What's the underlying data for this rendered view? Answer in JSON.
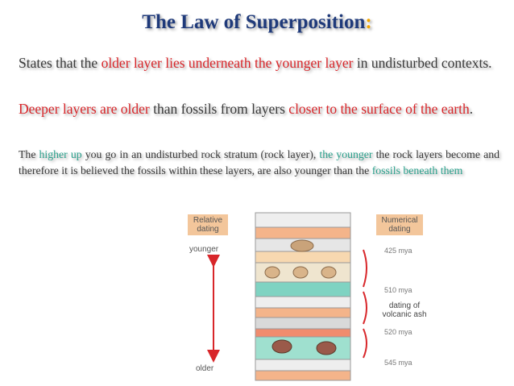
{
  "slide": {
    "title": {
      "text": "The Law of Superposition",
      "colon": ":"
    },
    "paragraph1": {
      "t1": "States that the ",
      "t2": "older layer lies underneath the younger layer",
      "t3": " in undisturbed contexts."
    },
    "paragraph2": {
      "t1": "Deeper layers are older",
      "t2": " than fossils from layers ",
      "t3": "closer to the surface of the earth",
      "t4": "."
    },
    "paragraph3": {
      "t1": "The ",
      "t2": "higher up",
      "t3": " you go in an undisturbed rock stratum (rock layer), ",
      "t4": "the younger",
      "t5": " the rock layers become and therefore it is believed the fossils within these layers, are also younger than the ",
      "t6": "fossils beneath them"
    }
  },
  "figure": {
    "relative_dating_label": [
      "Relative",
      "dating"
    ],
    "numerical_dating_label": [
      "Numerical",
      "dating"
    ],
    "younger_label": "younger",
    "older_label": "older",
    "dates": [
      "425 mya",
      "510 mya",
      "520 mya",
      "545 mya"
    ],
    "ash_label": [
      "dating of",
      "volcanic ash"
    ]
  },
  "colors": {
    "title": "#1f3a7a",
    "colon": "#f0a400",
    "highlight_red": "#d8262a",
    "highlight_green": "#2aa08c",
    "body_text": "#3a3a3a"
  }
}
